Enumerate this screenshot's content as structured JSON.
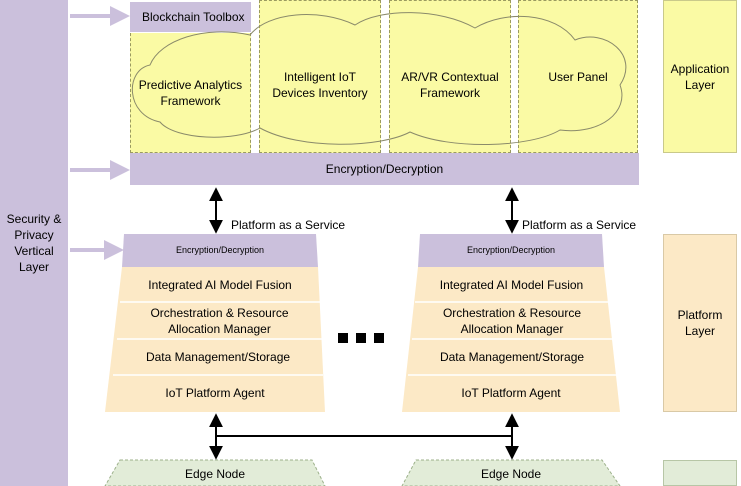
{
  "security_layer": "Security & Privacy Vertical Layer",
  "application": {
    "toolbox": "Blockchain Toolbox",
    "modules": [
      "Predictive Analytics Framework",
      "Intelligent IoT Devices Inventory",
      "AR/VR Contextual Framework",
      "User Panel"
    ],
    "encryption": "Encryption/Decryption",
    "layer_label": "Application Layer"
  },
  "paas_label": "Platform as a Service",
  "platform": {
    "encryption": "Encryption/Decryption",
    "stack": [
      "Integrated AI Model Fusion",
      "Orchestration & Resource Allocation Manager",
      "Data Management/Storage",
      "IoT Platform Agent"
    ],
    "layer_label": "Platform Layer"
  },
  "edge": {
    "node_label": "Edge Node"
  },
  "colors": {
    "lavender": "#cbc0dc",
    "yellow": "#fafaa4",
    "peach": "#fce9c6",
    "green": "#e2ecd8"
  }
}
